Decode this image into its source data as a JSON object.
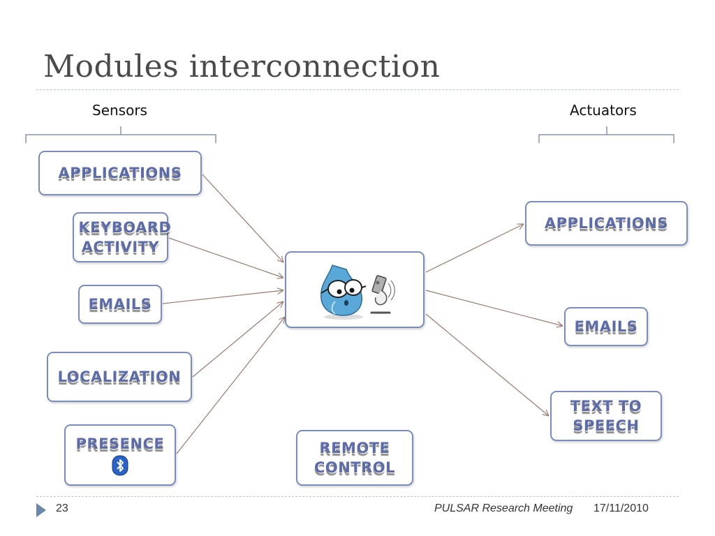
{
  "slide": {
    "title": "Modules interconnection",
    "page_number": "23",
    "footer_text": "PULSAR Research Meeting",
    "footer_date": "17/11/2010"
  },
  "sensors": {
    "header": "Sensors",
    "items": [
      {
        "label": "APPLICATIONS"
      },
      {
        "label": "KEYBOARD ACTIVITY"
      },
      {
        "label": "EMAILS"
      },
      {
        "label": "LOCALIZATION"
      },
      {
        "label": "PRESENCE",
        "icon": "bluetooth-icon"
      }
    ]
  },
  "actuators": {
    "header": "Actuators",
    "items": [
      {
        "label": "APPLICATIONS"
      },
      {
        "label": "EMAILS"
      },
      {
        "label": "TEXT TO SPEECH"
      }
    ]
  },
  "center": {
    "icon": "mascot-robot-icon"
  },
  "standalone": {
    "label": "REMOTE CONTROL"
  },
  "colors": {
    "box_border": "#7a8bbd",
    "label_text": "#5c6cab",
    "connector": "#9a7a70",
    "footer_marker": "#6b86a8"
  }
}
